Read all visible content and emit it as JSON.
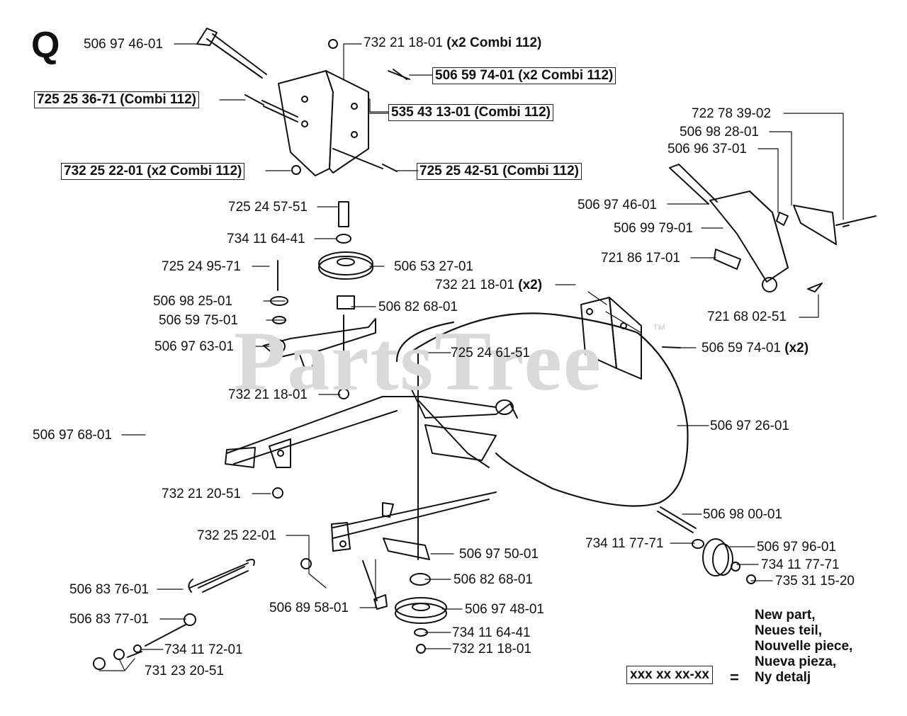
{
  "section_letter": "Q",
  "watermark": "PartsTree",
  "watermark_tm": "™",
  "labels": {
    "l01": "506 97 46-01",
    "l02": "732 21 18-01",
    "l02b": "(x2 Combi 112)",
    "l03": "506 59 74-01 (x2 Combi 112)",
    "l04": "725 25 36-71 (Combi 112)",
    "l05": "535 43 13-01 (Combi 112)",
    "l06": "732 25 22-01 (x2 Combi 112)",
    "l07": "725 25 42-51 (Combi 112)",
    "l08": "722 78 39-02",
    "l09": "506 98 28-01",
    "l10": "506 96 37-01",
    "l11": "506 97 46-01",
    "l12": "506 99 79-01",
    "l13": "721 86 17-01",
    "l14": "721 68 02-51",
    "l15": "725 24 57-51",
    "l16": "734 11 64-41",
    "l17": "506 53 27-01",
    "l18": "725 24 95-71",
    "l19": "732 21 18-01",
    "l19b": "(x2)",
    "l20": "506 98 25-01",
    "l21": "506 82 68-01",
    "l22": "506 59 75-01",
    "l23": "506 97 63-01",
    "l24": "725 24 61-51",
    "l25": "506 59 74-01",
    "l25b": "(x2)",
    "l26": "732 21 18-01",
    "l27": "506 97 68-01",
    "l28": "506 97 26-01",
    "l29": "732 21 20-51",
    "l30": "506 98 00-01",
    "l31": "734 11 77-71",
    "l32": "506 97 96-01",
    "l33": "734 11 77-71",
    "l34": "735 31 15-20",
    "l35": "732 25 22-01",
    "l36": "506 97 50-01",
    "l37": "506 83 76-01",
    "l38": "506 82 68-01",
    "l39": "506 89 58-01",
    "l40": "506 97 48-01",
    "l41": "506 83 77-01",
    "l42": "734 11 64-41",
    "l43": "734 11 72-01",
    "l44": "732 21 18-01",
    "l45": "731 23 20-51"
  },
  "legend": {
    "lines": [
      "New part,",
      "Neues teil,",
      "Nouvelle piece,",
      "Nueva pieza,",
      "Ny detalj"
    ],
    "box": "xxx xx xx-xx",
    "equals": "="
  }
}
